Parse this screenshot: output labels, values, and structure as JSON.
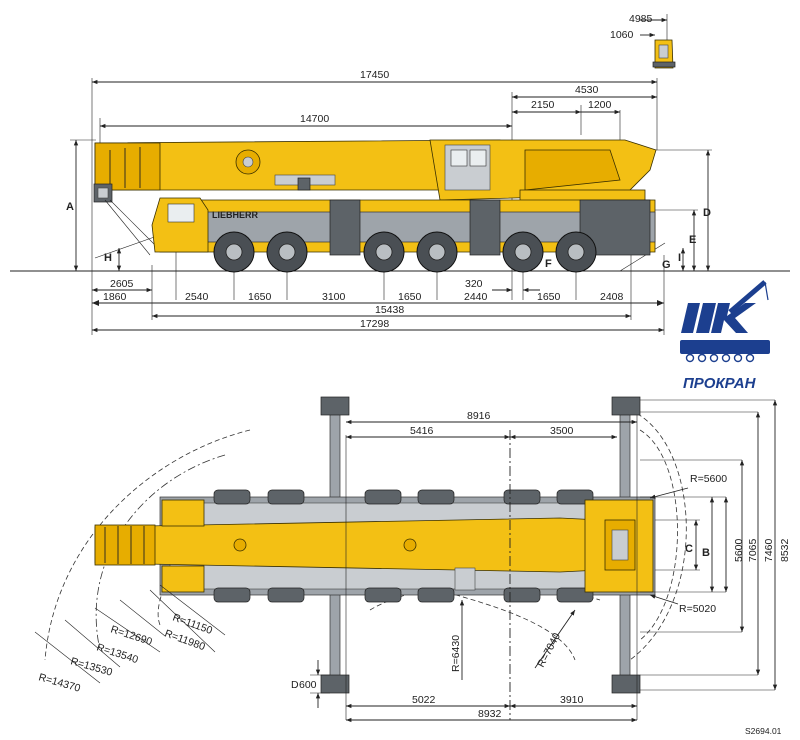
{
  "drawing": {
    "code": "S2694.01",
    "manufacturer_mark": "LIEBHERR",
    "logo": {
      "mark": "ПК",
      "name": "ПРОКРАН",
      "color": "#1c3f8f"
    }
  },
  "side_view": {
    "top_dims": {
      "overall": "17450",
      "boom": "14700",
      "rear": "4530",
      "mid": "2150",
      "short": "1200"
    },
    "cab_dims": {
      "height": "4985",
      "width": "1060"
    },
    "bottom_dims": {
      "d2605": "2605",
      "d1860": "1860",
      "d2540": "2540",
      "d1650a": "1650",
      "d3100": "3100",
      "d1650b": "1650",
      "d2440": "2440",
      "d1650c": "1650",
      "d2408": "2408",
      "d320": "320",
      "d15438": "15438",
      "d17298": "17298"
    },
    "letters": {
      "A": "A",
      "D": "D",
      "E": "E",
      "F": "F",
      "G": "G",
      "H": "H",
      "I": "I"
    }
  },
  "top_view": {
    "dims": {
      "outrigger_top": "8916",
      "left_top": "5416",
      "right_top": "3500",
      "outrigger_bottom": "8932",
      "left_bottom": "5022",
      "right_bottom": "3910",
      "pad": "600",
      "w5600": "5600",
      "w7065": "7065",
      "w7460": "7460",
      "w8532": "8532",
      "R5600": "R=5600",
      "R5020": "R=5020",
      "R6430": "R=6430",
      "R7040": "R=7040",
      "R11150": "R=11150",
      "R11980": "R=11980",
      "R12690": "R=12690",
      "R13540": "R=13540",
      "R13530": "R=13530",
      "R14370": "R=14370"
    },
    "letters": {
      "B": "B",
      "C": "C",
      "D": "D"
    }
  }
}
